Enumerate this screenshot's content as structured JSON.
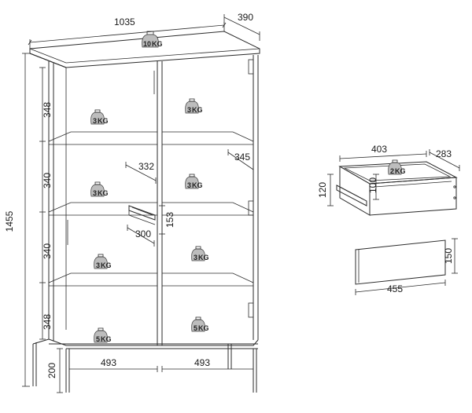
{
  "cabinet": {
    "width": "1035",
    "depth": "390",
    "height": "1455",
    "load_top": "10",
    "load_unit": "KG",
    "shelf_heights": [
      "348",
      "340",
      "340",
      "348"
    ],
    "shelf_loads": [
      "3",
      "3",
      "3",
      "3",
      "3",
      "3",
      "5",
      "5"
    ],
    "inner_width_left": "493",
    "inner_width_right": "493",
    "inner_depth_a": "332",
    "inner_depth_b": "345",
    "inner_depth_c": "300",
    "slide_length": "153",
    "leg_height": "200"
  },
  "drawer": {
    "width": "403",
    "depth": "283",
    "height_outer": "120",
    "height_inner": "100",
    "load": "2",
    "load_unit": "KG"
  },
  "front": {
    "width": "455",
    "height": "150"
  }
}
